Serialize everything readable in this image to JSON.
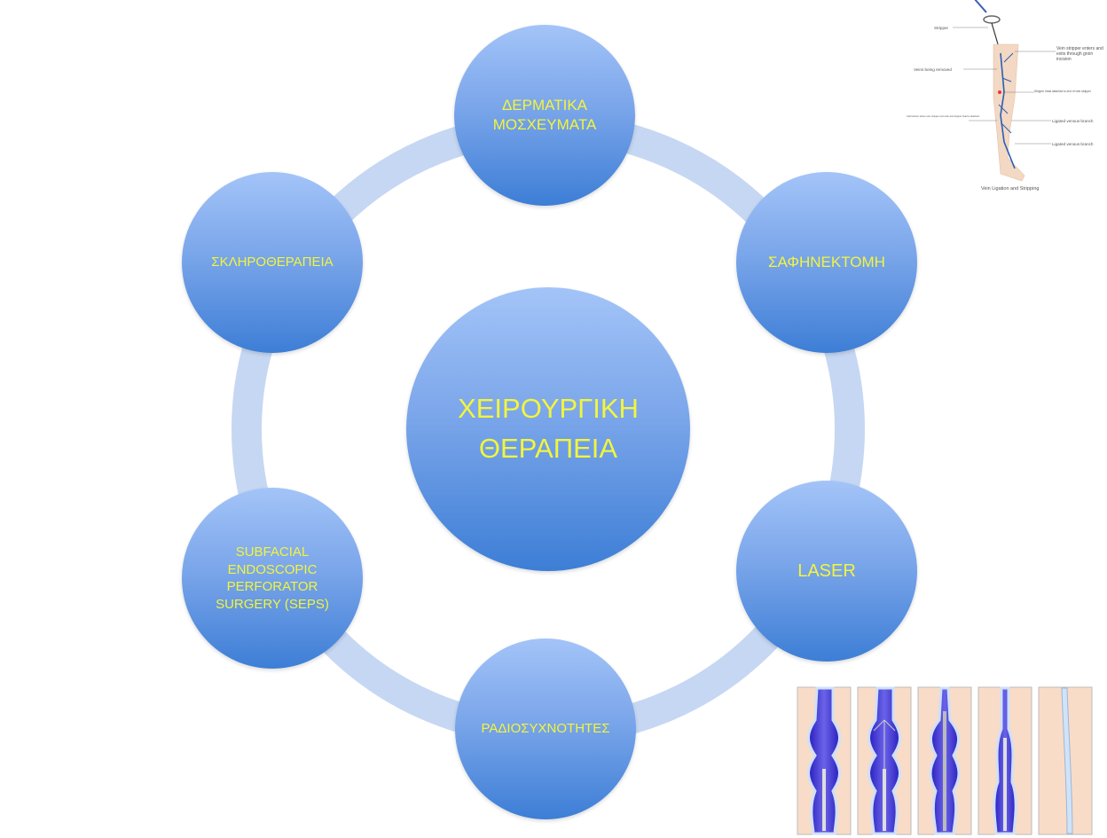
{
  "center": {
    "label": "ΧΕΙΡΟΥΡΓΙΚΗ\nΘΕΡΑΠΕΙΑ"
  },
  "nodes": [
    {
      "label": "ΔΕΡΜΑΤΙΚΑ\nΜΟΣΧΕΥΜΑΤΑ"
    },
    {
      "label": "ΣΑΦΗΝΕΚΤΟΜΗ"
    },
    {
      "label": "LASER"
    },
    {
      "label": "ΡΑΔΙΟΣΥΧΝΟΤΗΤΕΣ"
    },
    {
      "label": "SUBFACIAL\nENDOSCOPIC\nPERFORATOR\nSURGERY (SEPS)"
    },
    {
      "label": "ΣΚΛΗΡΟΘΕΡΑΠΕΙΑ"
    }
  ],
  "illustration": {
    "caption": "Vein Ligation and Stripping",
    "labels": {
      "stripper": "Stripper",
      "groin": "Vein stripper enters and exits through groin incision",
      "veins": "Veins being removed",
      "head": "Stripper head attached to end of vein stripper",
      "calf": "Calf incision where vein stripper end exits and stripper head is attached",
      "branch1": "Ligated venous branch",
      "branch2": "Ligated venous branch"
    }
  },
  "colors": {
    "node_top": "#a3c4f8",
    "node_bottom": "#3d7ed6",
    "text": "#f2f53c",
    "ring": "#c5d6f3"
  }
}
